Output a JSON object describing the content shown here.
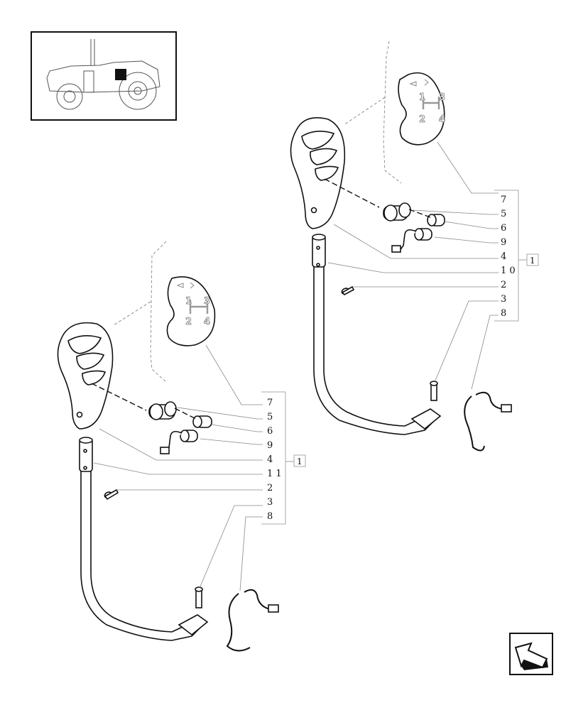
{
  "assemblies": [
    {
      "callouts": [
        "7",
        "5",
        "6",
        "9",
        "4",
        "1 0",
        "2",
        "3",
        "8"
      ],
      "group_label": "1",
      "decal_numbers": [
        "1",
        "2",
        "3",
        "4"
      ]
    },
    {
      "callouts": [
        "7",
        "5",
        "6",
        "9",
        "4",
        "1 1",
        "2",
        "3",
        "8"
      ],
      "group_label": "1",
      "decal_numbers": [
        "1",
        "2",
        "3",
        "4"
      ]
    }
  ],
  "icons": {
    "locator": "tractor-locator-icon",
    "navigation": "next-page-arrow-icon"
  }
}
